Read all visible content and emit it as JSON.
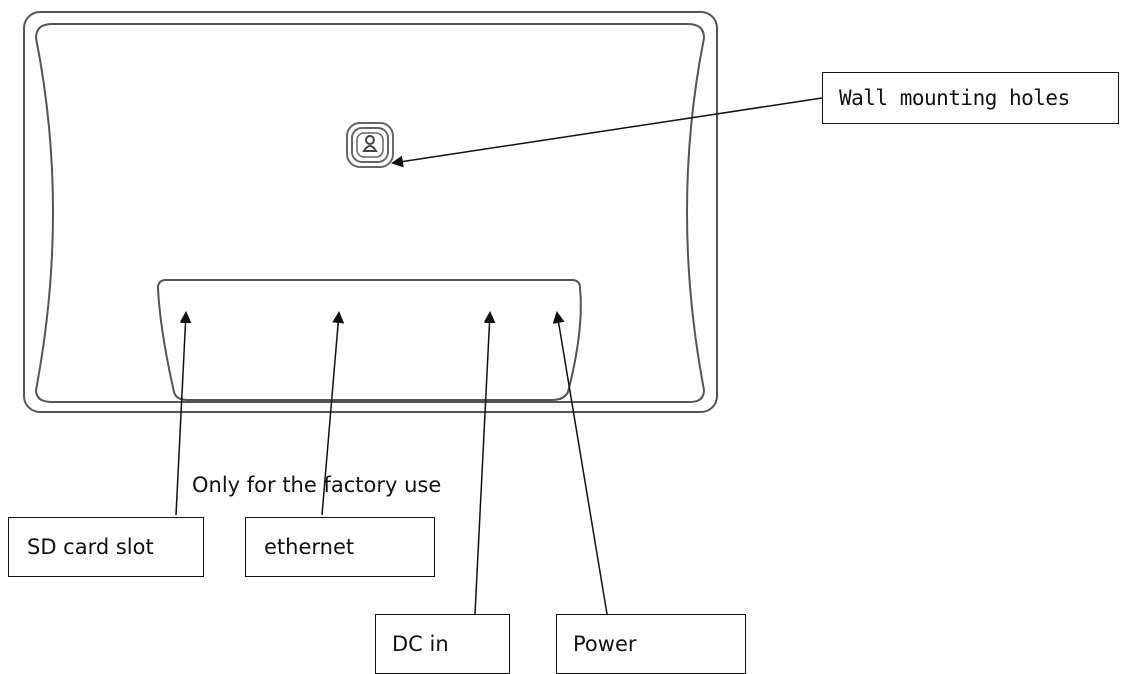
{
  "labels": {
    "wall_mounting_holes": "Wall mounting holes",
    "sd_card_slot": "SD card slot",
    "ethernet": "ethernet",
    "dc_in": "DC in",
    "power": "Power",
    "factory_note": "Only for the factory use"
  },
  "colors": {
    "outline": "#555555",
    "line": "#111111",
    "background": "#ffffff"
  }
}
